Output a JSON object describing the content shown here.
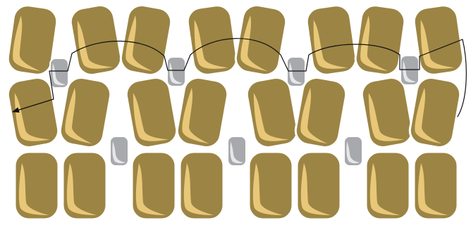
{
  "colors": {
    "background": "#ffffff",
    "pad_body": "#9c8444",
    "pad_outline": "#ffffff",
    "pad_highlight": "#e8c878",
    "pad_shadow": "#7a6432",
    "small_pad_body": "#a8a9ad",
    "small_pad_outline": "#ffffff",
    "small_pad_highlight": "#e6e7e9",
    "path_stroke": "#111111"
  },
  "rows": [
    {
      "id": "row-1",
      "pad_count": 8,
      "tilt": "alternating"
    },
    {
      "id": "row-2",
      "pad_count": 8,
      "tilt": "slight-left"
    },
    {
      "id": "row-3",
      "pad_count": 8,
      "tilt": "upright"
    }
  ],
  "small_pads": [
    {
      "id": "small-pad-row1-1"
    },
    {
      "id": "small-pad-row1-2"
    },
    {
      "id": "small-pad-row1-3"
    },
    {
      "id": "small-pad-row1-4"
    },
    {
      "id": "small-pad-row2-1"
    },
    {
      "id": "small-pad-row2-2"
    },
    {
      "id": "small-pad-row2-3"
    }
  ],
  "path": {
    "description_visible": false,
    "has_arrowhead": true,
    "arrow_direction": "left"
  }
}
